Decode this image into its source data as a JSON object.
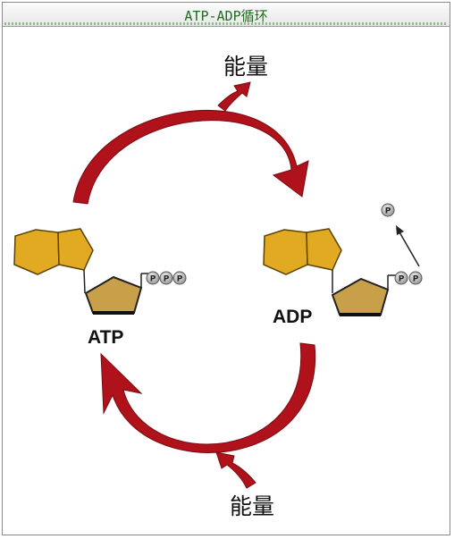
{
  "window": {
    "title": "ATP-ADP循环"
  },
  "labels": {
    "energy_top": "能量",
    "energy_bottom": "能量",
    "atp": "ATP",
    "adp": "ADP",
    "phosphate": "P"
  },
  "colors": {
    "arrow_red": "#b0121b",
    "base_yellow": "#e2aa23",
    "ribose_tan": "#c9a04a",
    "phosphate_gray": "#b8b8b8",
    "title_green": "#1f6b1f"
  }
}
